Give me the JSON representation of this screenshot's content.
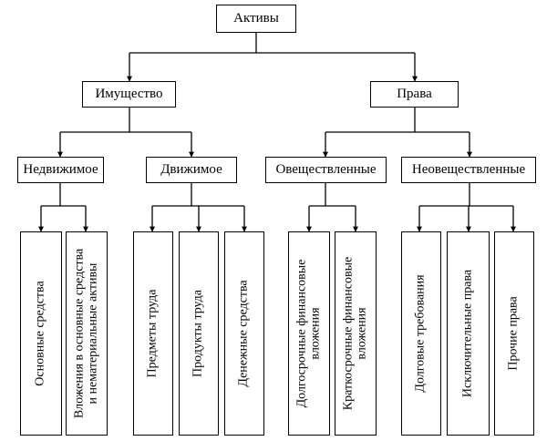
{
  "root": {
    "label": "Активы"
  },
  "level1": {
    "property": "Имущество",
    "rights": "Права"
  },
  "level2": {
    "immovable": "Недвижимое",
    "movable": "Движимое",
    "materialized": "Овеществленные",
    "non_materialized": "Неовеществленные"
  },
  "leaves": {
    "fixed_assets": "Основные средства",
    "investments": [
      "Вложения в основные средства",
      "и нематериальные активы"
    ],
    "work_objects": "Предметы труда",
    "work_products": "Продукты труда",
    "cash": "Денежные средства",
    "long_term_fin": [
      "Долгосрочные финансовые",
      "вложения"
    ],
    "short_term_fin": [
      "Краткосрочные финансовые",
      "вложения"
    ],
    "debt_claims": "Долговые требования",
    "exclusive_rights": "Исключительные права",
    "other_rights": "Прочие права"
  }
}
